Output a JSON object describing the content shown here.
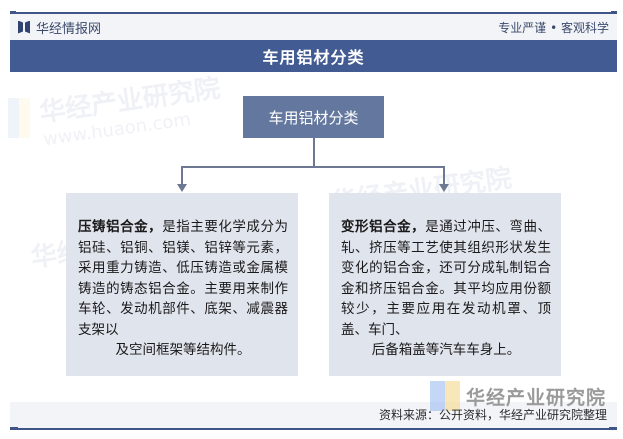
{
  "header": {
    "brand": "华经情报网",
    "slogan": "专业严谨 • 客观科学"
  },
  "title": "车用铝材分类",
  "diagram": {
    "root": "车用铝材分类",
    "branches": [
      {
        "term": "压铸铝合金，",
        "body": "是指主要化学成分为铝硅、铝铜、铝镁、铝锌等元素，采用重力铸造、低压铸造或金属模铸造的铸态铝合金。主要用来制作车轮、发动机部件、底架、减震器支架以",
        "last_line": "及空间框架等结构件。"
      },
      {
        "term": "变形铝合金，",
        "body": "是通过冲压、弯曲、轧、挤压等工艺使其组织形状发生变化的铝合金，还可分成轧制铝合金和挤压铝合金。其平均应用份额较少，主要应用在发动机罩、顶盖、车门、",
        "last_line": "后备箱盖等汽车车身上。"
      }
    ]
  },
  "watermark": {
    "name": "华经产业研究院",
    "url": "www.huaon.com"
  },
  "footer": {
    "source": "资料来源：公开资料，华经产业研究院整理",
    "logo_text": "华经产业研究院"
  },
  "colors": {
    "primary": "#425b93",
    "node": "#64789f",
    "box": "#e0e4ed",
    "band": "#f3f4f8"
  }
}
